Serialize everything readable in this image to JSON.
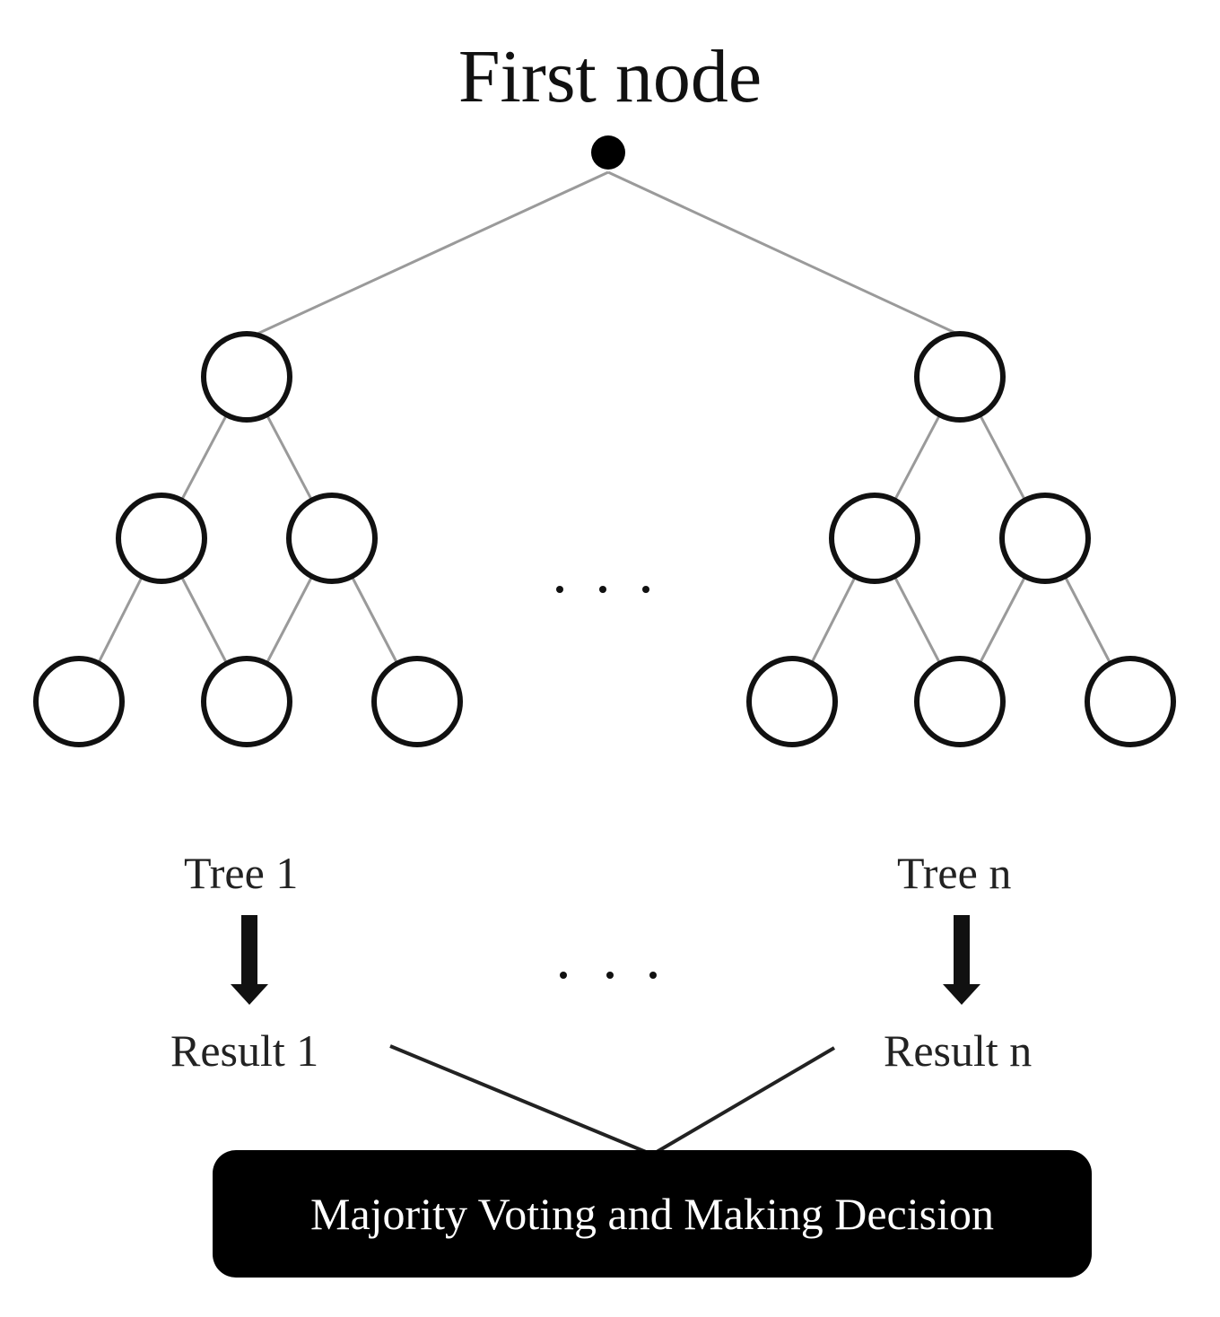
{
  "diagram": {
    "title": "First node",
    "trees": [
      {
        "label": "Tree 1",
        "result": "Result 1"
      },
      {
        "label": "Tree n",
        "result": "Result n"
      }
    ],
    "decision": "Majority Voting and Making Decision"
  },
  "colors": {
    "node_stroke": "#111111",
    "edge": "#9a9a9a",
    "root_fill": "#000000",
    "arrow": "#111111",
    "box_fill": "#000000",
    "box_text": "#ffffff"
  }
}
